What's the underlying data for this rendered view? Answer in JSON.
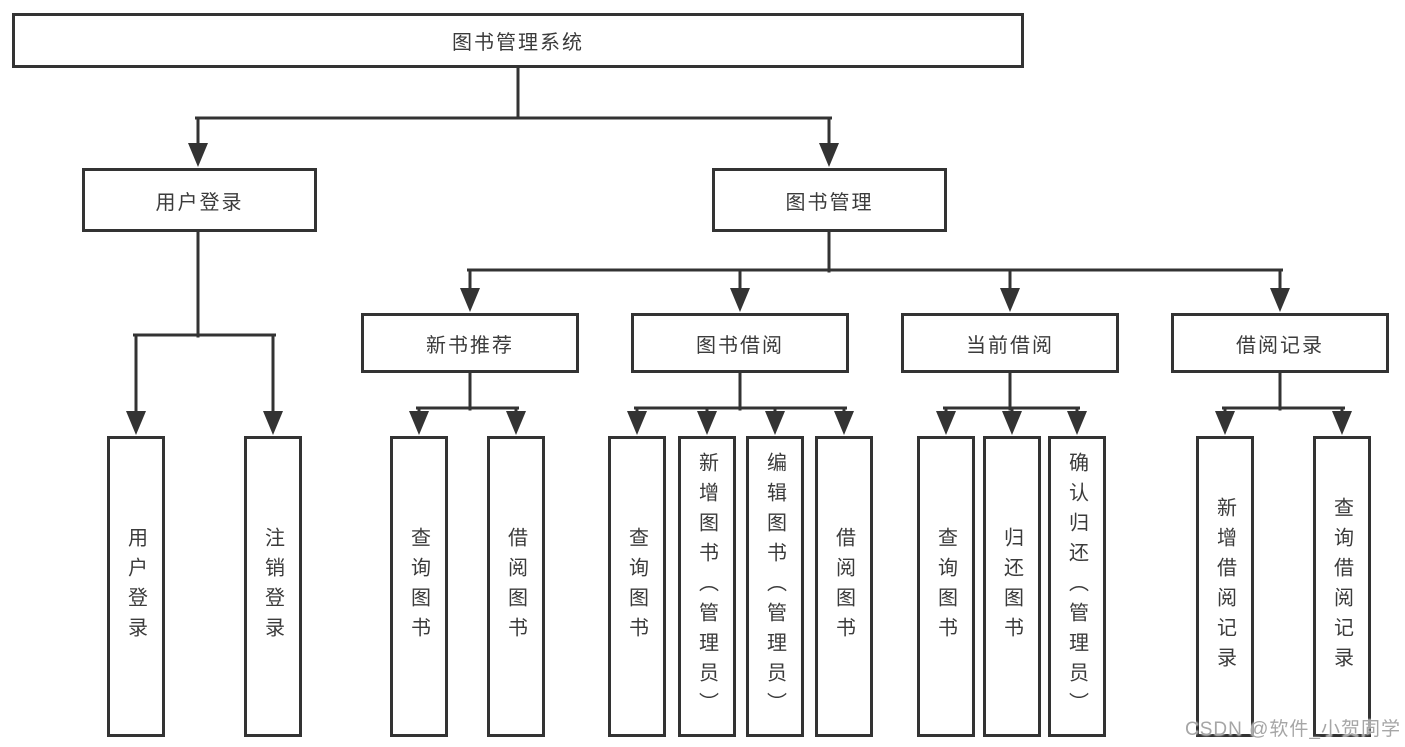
{
  "diagram": {
    "root": {
      "label": "图书管理系统"
    },
    "level2": [
      {
        "label": "用户登录"
      },
      {
        "label": "图书管理"
      }
    ],
    "level3": [
      {
        "label": "新书推荐"
      },
      {
        "label": "图书借阅"
      },
      {
        "label": "当前借阅"
      },
      {
        "label": "借阅记录"
      }
    ],
    "leaves": {
      "user_login": [
        "用户登录",
        "注销登录"
      ],
      "new_book_recommend": [
        "查询图书",
        "借阅图书"
      ],
      "book_borrow": [
        "查询图书",
        "新增图书（管理员）",
        "编辑图书（管理员）",
        "借阅图书"
      ],
      "current_borrow": [
        "查询图书",
        "归还图书",
        "确认归还（管理员）"
      ],
      "borrow_records": [
        "新增借阅记录",
        "查询借阅记录"
      ]
    },
    "watermark": "CSDN @软件_小贺同学",
    "colors": {
      "line": "#333333",
      "border": "#333333",
      "text": "#3b3b3b",
      "background": "#ffffff",
      "watermark": "#a6a6a6"
    }
  }
}
